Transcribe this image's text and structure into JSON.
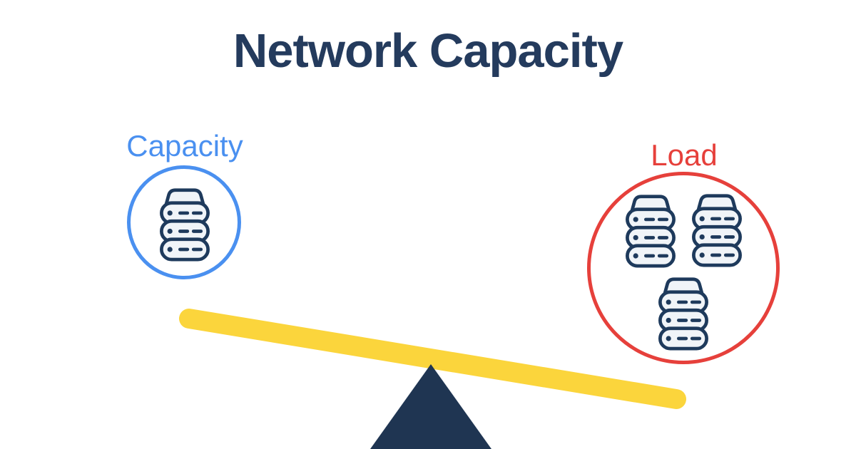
{
  "title": "Network Capacity",
  "scale": {
    "tilt": "right-side-down",
    "left": {
      "label": "Capacity",
      "icon": "server-stack-icon",
      "server_stack_count": 1,
      "circle_color": "#4A90F0"
    },
    "right": {
      "label": "Load",
      "icon": "server-stack-icon",
      "server_stack_count": 3,
      "circle_color": "#E6403B"
    },
    "beam_color": "#FBD53C",
    "fulcrum_color": "#1F3552"
  },
  "colors": {
    "background": "#FFFFFF",
    "title_text": "#243B5D",
    "icon_stroke": "#1E3A5C",
    "icon_fill": "#F0F4F8"
  }
}
